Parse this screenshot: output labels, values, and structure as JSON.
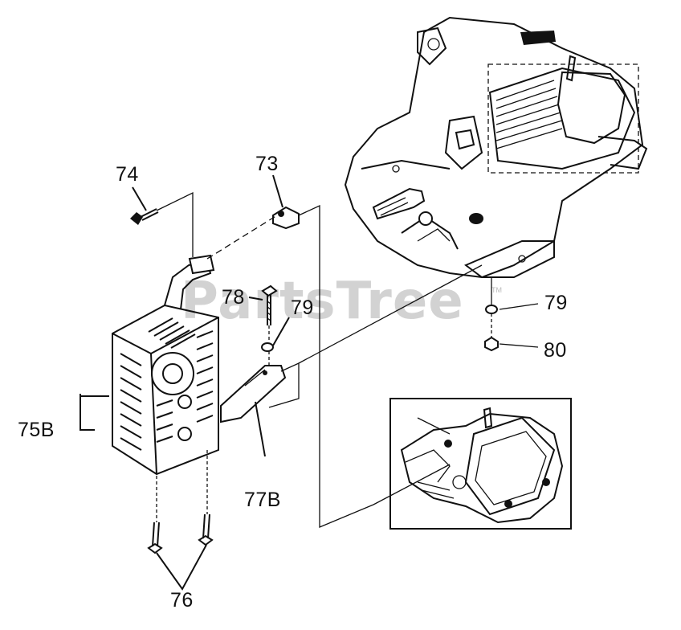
{
  "watermark": {
    "text": "PartsTree",
    "trademark": "TM"
  },
  "callouts": {
    "p73": "73",
    "p74": "74",
    "p75b": "75B",
    "p76": "76",
    "p77b": "77B",
    "p78": "78",
    "p79a": "79",
    "p79b": "79",
    "p80": "80"
  },
  "colors": {
    "line": "#111111",
    "watermark": "#d2d2d2",
    "background": "#ffffff"
  }
}
